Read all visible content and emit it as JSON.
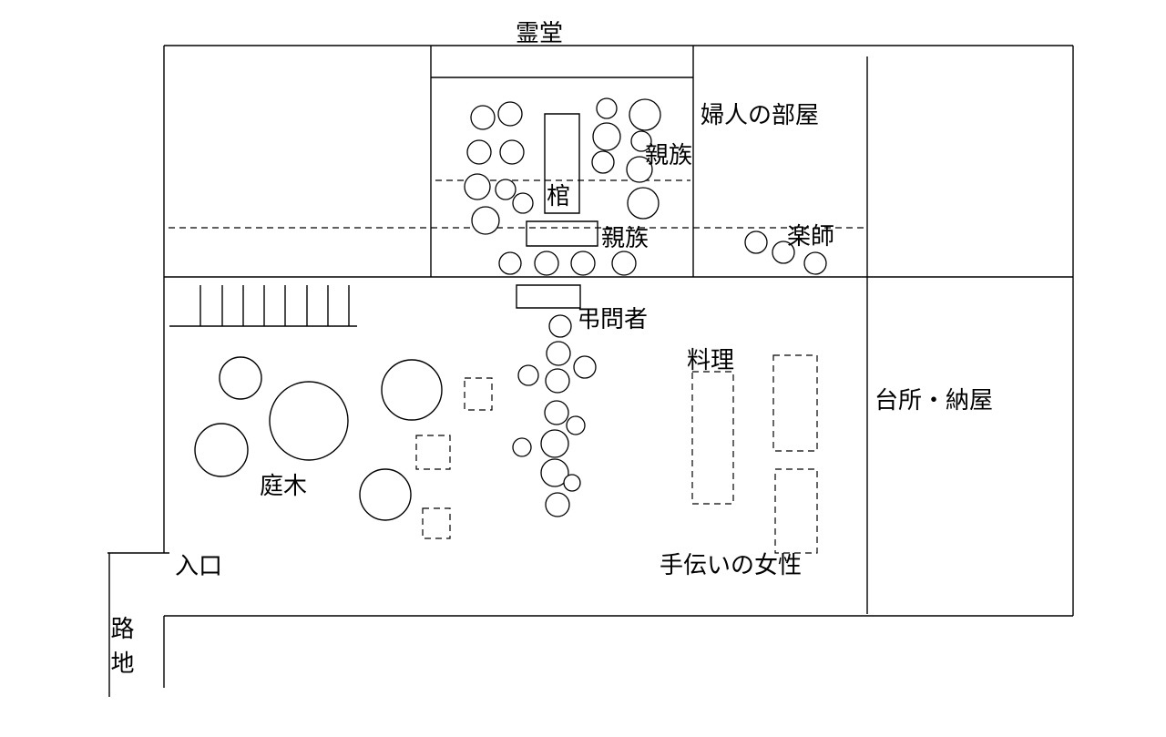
{
  "labels": {
    "reido": "霊堂",
    "fujin_room": "婦人の部屋",
    "shinzoku_upper": "親族",
    "hitsugi": "棺",
    "shinzoku_lower": "親族",
    "gakushi": "楽師",
    "chomonsha": "弔問者",
    "ryori": "料理",
    "daidokoro": "台所・納屋",
    "niwaki": "庭木",
    "iriguchi": "入口",
    "tetsudai": "手伝いの女性",
    "roji": "路地"
  }
}
